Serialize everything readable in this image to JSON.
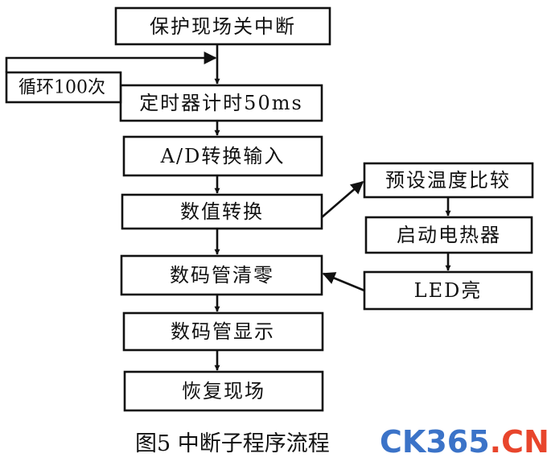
{
  "nodes": {
    "protect": "保护现场关中断",
    "timer": "定时器计时50ms",
    "ad": "A/D转换输入",
    "convert": "数值转换",
    "clear": "数码管清零",
    "display": "数码管显示",
    "restore": "恢复现场",
    "compare": "预设温度比较",
    "heater": "启动电热器",
    "led": "LED亮"
  },
  "loop_label": "循环100次",
  "caption": "图5  中断子程序流程",
  "watermark": {
    "brand": "CK365",
    "dot": ".",
    "tld": "CN"
  },
  "colors": {
    "ink": "#111111",
    "watermark_blue": "#3b73c8",
    "watermark_red": "#e8452c"
  }
}
